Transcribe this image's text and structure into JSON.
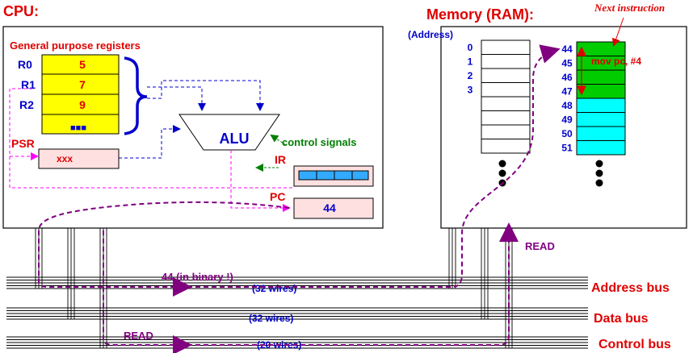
{
  "colors": {
    "label_red": "#e00000",
    "label_blue": "#0000cc",
    "label_green": "#008000",
    "label_purple": "#800080",
    "register_fill": "#ffff00",
    "pink_fill": "#ffe0e0",
    "green_fill": "#00cc00",
    "cyan_fill": "#00ffff",
    "magenta": "#ff00ff",
    "ir_fill": "#33aaff"
  },
  "cpu": {
    "title": "CPU:",
    "registers_title": "General purpose registers",
    "registers": [
      {
        "name": "R0",
        "value": "5"
      },
      {
        "name": "R1",
        "value": "7"
      },
      {
        "name": "R2",
        "value": "9"
      }
    ],
    "registers_more": "■■■",
    "alu_label": "ALU",
    "control_signals": "control signals",
    "psr_label": "PSR",
    "psr_value": "xxx",
    "ir_label": "IR",
    "pc_label": "PC",
    "pc_value": "44"
  },
  "memory": {
    "title": "Memory (RAM):",
    "address_label": "(Address)",
    "left_addresses": [
      "0",
      "1",
      "2",
      "3"
    ],
    "right_addresses": [
      "44",
      "45",
      "46",
      "47",
      "48",
      "49",
      "50",
      "51"
    ],
    "next_instruction": "Next instruction",
    "instruction_text": "mov pc, #4"
  },
  "buses": {
    "address_bus": "Address bus",
    "data_bus": "Data bus",
    "control_bus": "Control bus",
    "address_wires": "(32 wires)",
    "data_wires": "(32 wires)",
    "control_wires": "(20 wires)",
    "binary_note": "44 (in binary !)",
    "read_left": "READ",
    "read_right": "READ"
  }
}
